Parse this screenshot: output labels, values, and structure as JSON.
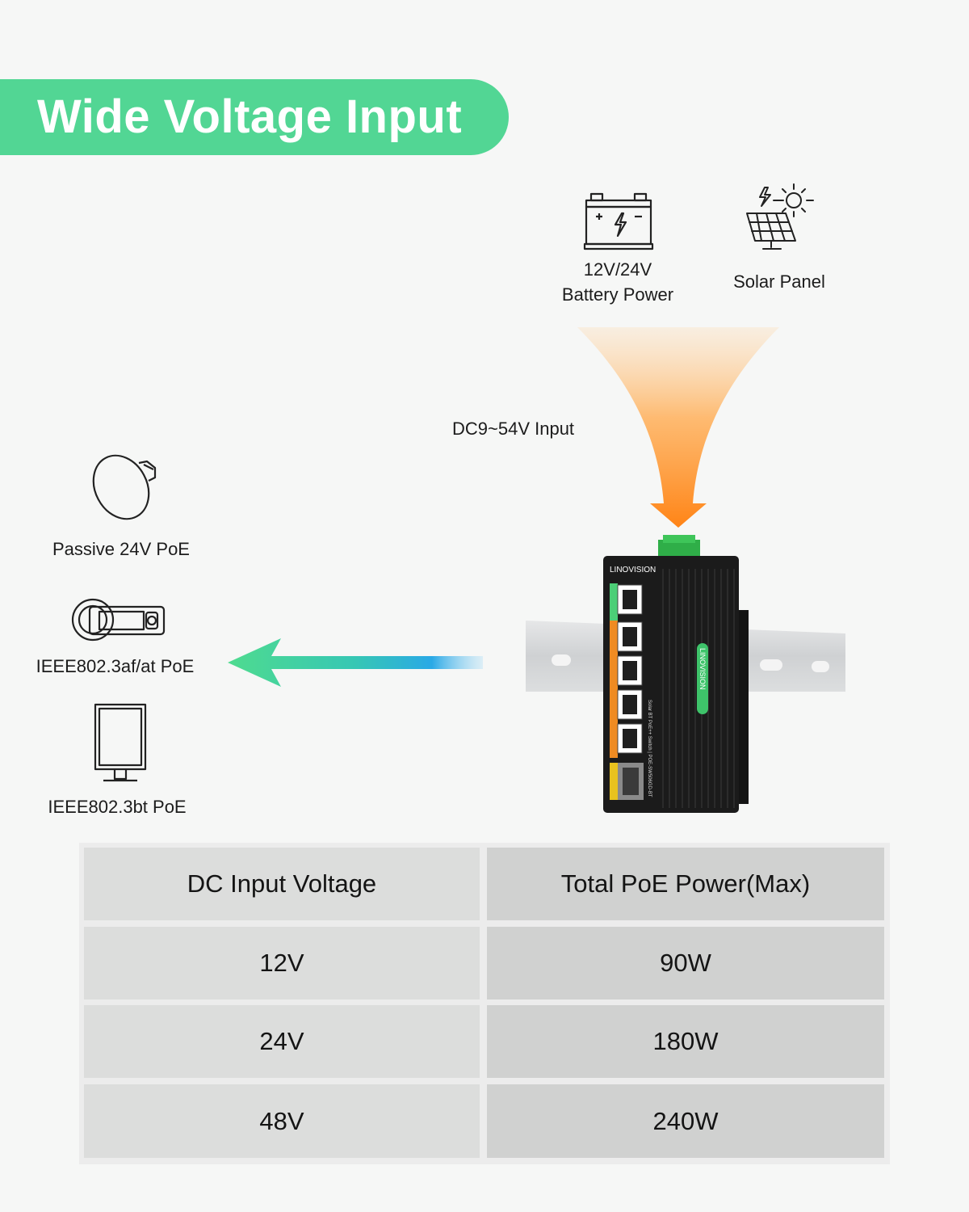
{
  "title": "Wide Voltage Input",
  "sources": {
    "battery": {
      "line1": "12V/24V",
      "line2": "Battery Power",
      "icon": "battery-icon"
    },
    "solar": {
      "label": "Solar Panel",
      "icon": "solar-panel-icon"
    }
  },
  "input_label": "DC9~54V Input",
  "devices": [
    {
      "label": "Passive 24V PoE",
      "icon": "antenna-dish-icon"
    },
    {
      "label": "IEEE802.3af/at PoE",
      "icon": "bullet-camera-icon"
    },
    {
      "label": "IEEE802.3bt PoE",
      "icon": "monitor-icon"
    }
  ],
  "product": {
    "brand": "LINOVISION",
    "side_brand": "LINOVISION",
    "model_text": "Solar BT PoE++ Switch | POE-SW506GD-BT"
  },
  "table": {
    "headers": [
      "DC Input Voltage",
      "Total PoE Power(Max)"
    ],
    "rows": [
      [
        "12V",
        "90W"
      ],
      [
        "24V",
        "180W"
      ],
      [
        "48V",
        "240W"
      ]
    ]
  },
  "colors": {
    "accent_green": "#52d694",
    "arrow_orange": "#ff8a1c",
    "arrow_blue": "#29aee8",
    "switch_body": "#1b1b1b"
  }
}
